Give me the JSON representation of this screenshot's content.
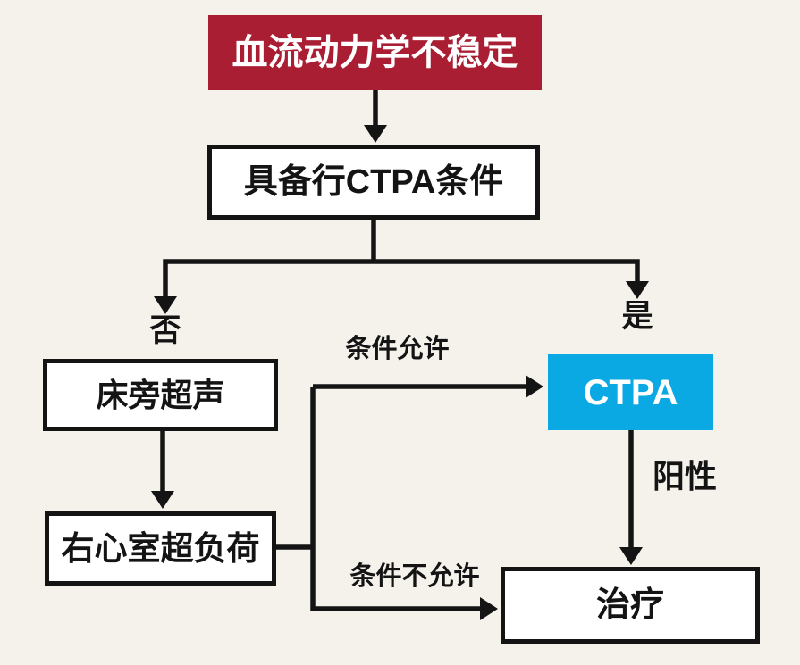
{
  "diagram": {
    "nodes": {
      "unstable": {
        "label": "血流动力学不稳定",
        "bg": "#A91E32",
        "text_color": "#FFFFFF"
      },
      "ctpa_condition": {
        "label": "具备行CTPA条件"
      },
      "bedside_ultrasound": {
        "label": "床旁超声"
      },
      "rv_overload": {
        "label": "右心室超负荷"
      },
      "ctpa": {
        "label": "CTPA",
        "bg": "#0BA9E4",
        "text_color": "#FFFFFF"
      },
      "treatment": {
        "label": "治疗"
      }
    },
    "edge_labels": {
      "no": "否",
      "yes": "是",
      "condition_allows": "条件允许",
      "condition_not_allows": "条件不允许",
      "positive": "阳性"
    },
    "colors": {
      "background": "#F5F2EB",
      "line": "#141414",
      "start_node_red": "#A91E32",
      "ctpa_node_blue": "#0BA9E4"
    }
  }
}
